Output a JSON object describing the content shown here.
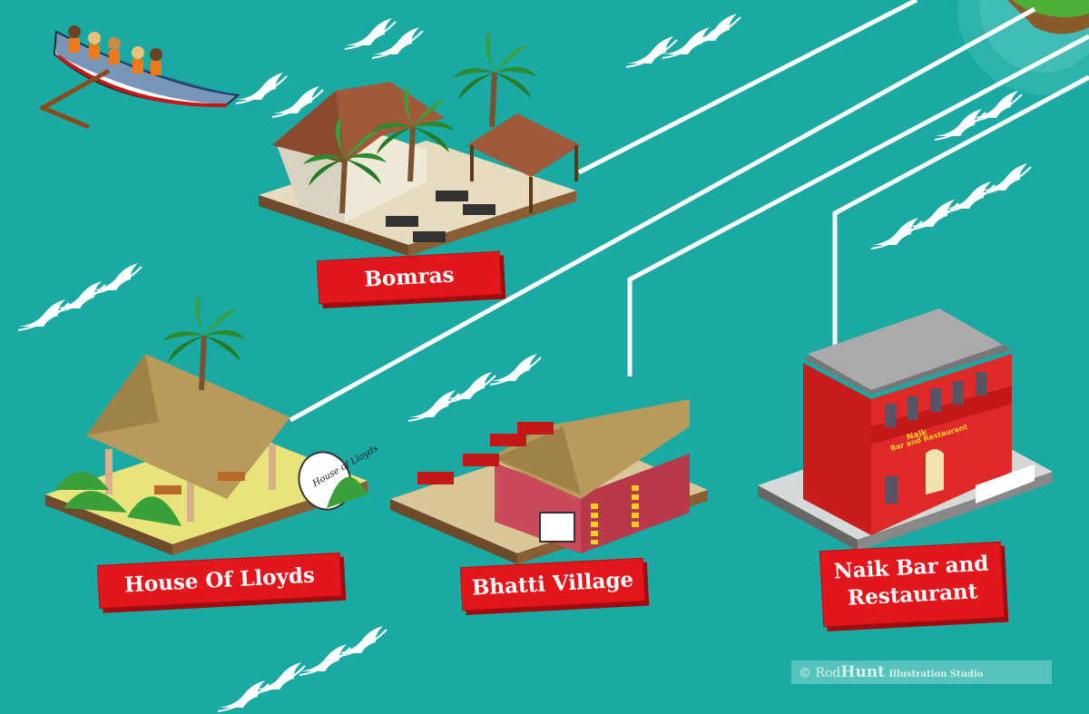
{
  "map": {
    "water_color": "#1aa9a3",
    "label_color": "#e3161c",
    "locations": [
      {
        "name": "Bomras"
      },
      {
        "name": "House Of Lloyds"
      },
      {
        "name": "Bhatti Village"
      },
      {
        "name": "Naik Bar and Restaurant",
        "lines": [
          "Naik Bar and",
          "Restaurant"
        ]
      }
    ]
  },
  "signage": {
    "lloyds_sign": "House of Lloyds",
    "naik_sign": [
      "Naik",
      "Bar and Restaurant"
    ]
  },
  "credit": {
    "symbol": "©",
    "brand_first": "Rod",
    "brand_second": "Hunt",
    "suffix": "Illustration Studio"
  }
}
